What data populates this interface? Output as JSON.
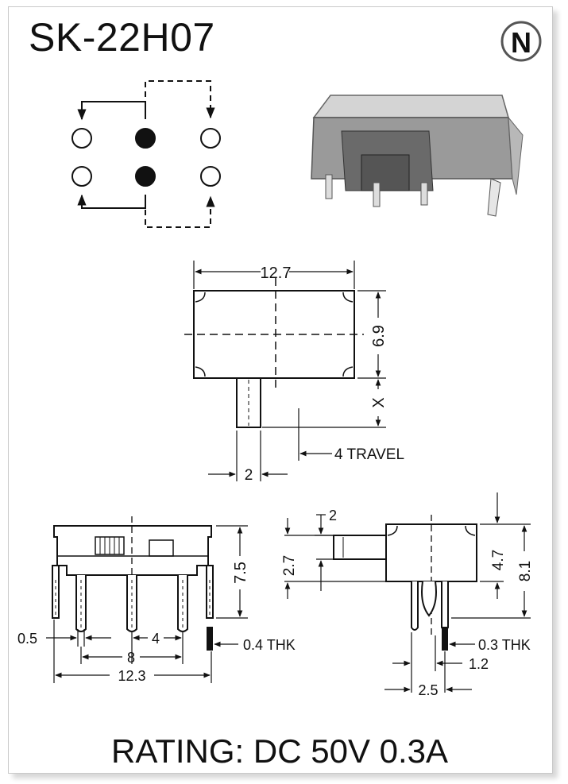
{
  "title": "SK-22H07",
  "logo_letter": "N",
  "rating": "RATING: DC 50V 0.3A",
  "top_view": {
    "width_label": "12.7",
    "height_label": "6.9",
    "actuator_label": "X",
    "pitch_label": "2",
    "travel_label": "4 TRAVEL"
  },
  "front_view": {
    "height_label": "7.5",
    "pin_width_label": "0.5",
    "pitch_label": "4",
    "span_label": "8",
    "overall_label": "12.3",
    "thickness_label": "0.4 THK"
  },
  "side_view": {
    "actuator_offset_label": "2",
    "actuator_height_label": "2.7",
    "body_height_label": "4.7",
    "total_height_label": "8.1",
    "thickness_label": "0.3 THK",
    "pin_gap_label": "1.2",
    "pin_pitch_label": "2.5"
  },
  "colors": {
    "ink": "#111111",
    "body_gray": "#8e8e8e",
    "light_gray": "#cfcfcf"
  }
}
